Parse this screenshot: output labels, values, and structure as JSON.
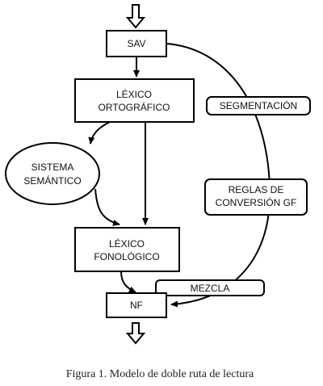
{
  "nodes": {
    "sav": "SAV",
    "lexico_ortografico": [
      "LÉXICO",
      "ORTOGRÁFICO"
    ],
    "sistema_semantico": [
      "SISTEMA",
      "SEMÁNTICO"
    ],
    "lexico_fonologico": [
      "LÉXICO",
      "FONOLÓGICO"
    ],
    "nf": "NF",
    "segmentacion": "SEGMENTACIÓN",
    "reglas_conversion": [
      "REGLAS DE",
      "CONVERSIÓN GF"
    ],
    "mezcla": "MEZCLA"
  },
  "caption": "Figura 1. Modelo de doble ruta de lectura",
  "colors": {
    "stroke": "#000000",
    "text": "#111111"
  }
}
